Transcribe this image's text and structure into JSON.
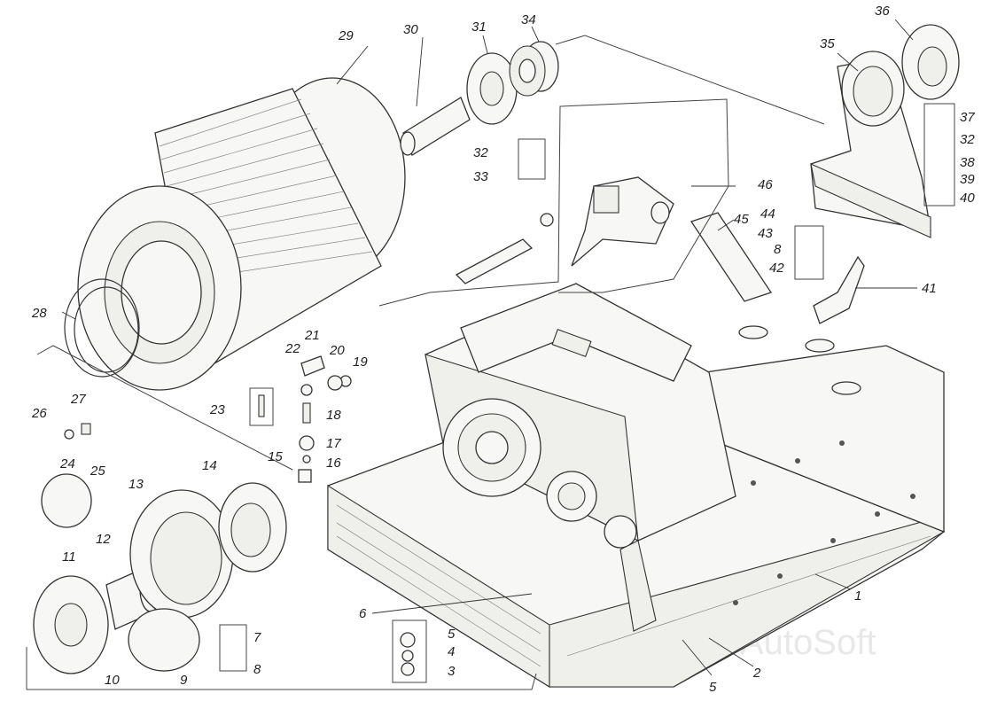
{
  "watermark": "AutoSoft",
  "callouts": {
    "n1": "1",
    "n2": "2",
    "n3": "3",
    "n4": "4",
    "n5a": "5",
    "n5b": "5",
    "n6": "6",
    "n7": "7",
    "n8a": "8",
    "n8b": "8",
    "n9": "9",
    "n10": "10",
    "n11": "11",
    "n12": "12",
    "n13": "13",
    "n14": "14",
    "n15": "15",
    "n16": "16",
    "n17": "17",
    "n18": "18",
    "n19": "19",
    "n20": "20",
    "n21": "21",
    "n22": "22",
    "n23": "23",
    "n24": "24",
    "n25": "25",
    "n26": "26",
    "n27": "27",
    "n28": "28",
    "n29": "29",
    "n30": "30",
    "n31": "31",
    "n32a": "32",
    "n32b": "32",
    "n33": "33",
    "n34": "34",
    "n35": "35",
    "n36": "36",
    "n37": "37",
    "n38": "38",
    "n39": "39",
    "n40": "40",
    "n41": "41",
    "n42": "42",
    "n43": "43",
    "n44": "44",
    "n45": "45",
    "n46": "46"
  }
}
